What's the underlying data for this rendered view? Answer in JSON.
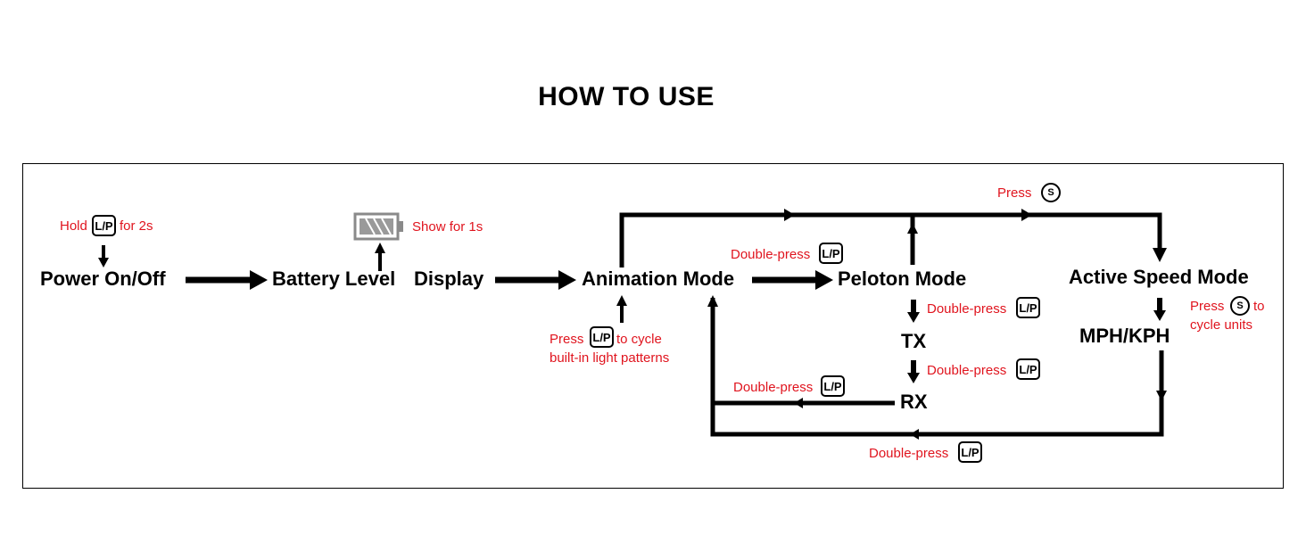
{
  "title": "HOW TO USE",
  "nodes": {
    "power": "Power On/Off",
    "battery": "Battery Level",
    "display": "Display",
    "animation": "Animation Mode",
    "peloton": "Peloton Mode",
    "active_speed": "Active Speed Mode",
    "tx": "TX",
    "rx": "RX",
    "mph_kph": "MPH/KPH"
  },
  "notes": {
    "hold": "Hold",
    "for_2s": "for 2s",
    "show_1s": "Show for 1s",
    "press": "Press",
    "to_cycle": "to cycle",
    "built_in": "built-in light patterns",
    "double_press": "Double-press",
    "to": "to",
    "cycle_units": "cycle  units"
  },
  "keys": {
    "lp": "L/P",
    "s": "S"
  },
  "colors": {
    "annotation": "#e0141e",
    "line": "#000000"
  },
  "icons": [
    "battery-icon",
    "lp-key-icon",
    "s-button-icon",
    "arrow-icon"
  ]
}
